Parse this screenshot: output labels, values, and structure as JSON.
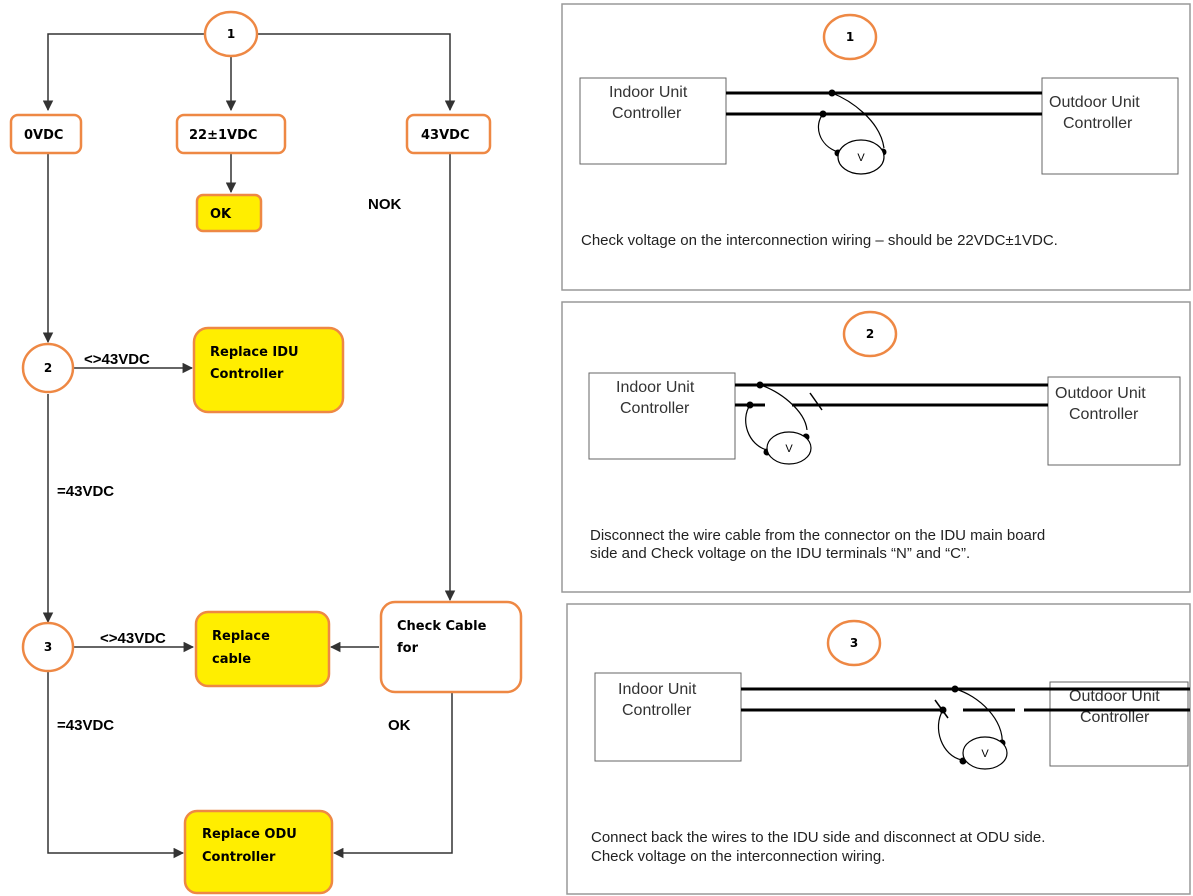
{
  "colors": {
    "orange": "#ee8844",
    "yellow": "#ffee00",
    "line": "#333333",
    "panel_border": "#999999"
  },
  "flowchart": {
    "start_number": "1",
    "step2_number": "2",
    "step3_number": "3",
    "box_0vdc": "0VDC",
    "box_22vdc": "22±1VDC",
    "box_43vdc": "43VDC",
    "box_ok": "OK",
    "label_nok": "NOK",
    "label_step2_not43": "<>43VDC",
    "box_replace_idu_line1": "Replace IDU",
    "box_replace_idu_line2": "Controller",
    "label_step2_eq43": "=43VDC",
    "label_step3_not43": "<>43VDC",
    "box_replace_cable_line1": "Replace",
    "box_replace_cable_line2": "cable",
    "box_check_cable_line1": "Check Cable",
    "box_check_cable_line2": "for",
    "label_step3_eq43": "=43VDC",
    "label_ok": "OK",
    "box_replace_odu_line1": "Replace ODU",
    "box_replace_odu_line2": "Controller"
  },
  "panels": [
    {
      "number": "1",
      "indoor_line1": "Indoor Unit",
      "indoor_line2": "Controller",
      "outdoor_line1": "Outdoor Unit",
      "outdoor_line2": "Controller",
      "meter": "V",
      "caption_line1": "Check voltage on the interconnection wiring – should be 22VDC±1VDC.",
      "caption_line2": ""
    },
    {
      "number": "2",
      "indoor_line1": "Indoor Unit",
      "indoor_line2": "Controller",
      "outdoor_line1": "Outdoor Unit",
      "outdoor_line2": "Controller",
      "meter": "V",
      "caption_line1": "Disconnect the wire cable from the connector on the IDU main board",
      "caption_line2": "side and Check voltage on the IDU terminals “N” and “C”."
    },
    {
      "number": "3",
      "indoor_line1": "Indoor Unit",
      "indoor_line2": "Controller",
      "outdoor_line1": "Outdoor Unit",
      "outdoor_line2": "Controller",
      "meter": "V",
      "caption_line1": "Connect back the wires to the IDU side and disconnect at ODU side.",
      "caption_line2": "Check voltage on the interconnection wiring."
    }
  ]
}
